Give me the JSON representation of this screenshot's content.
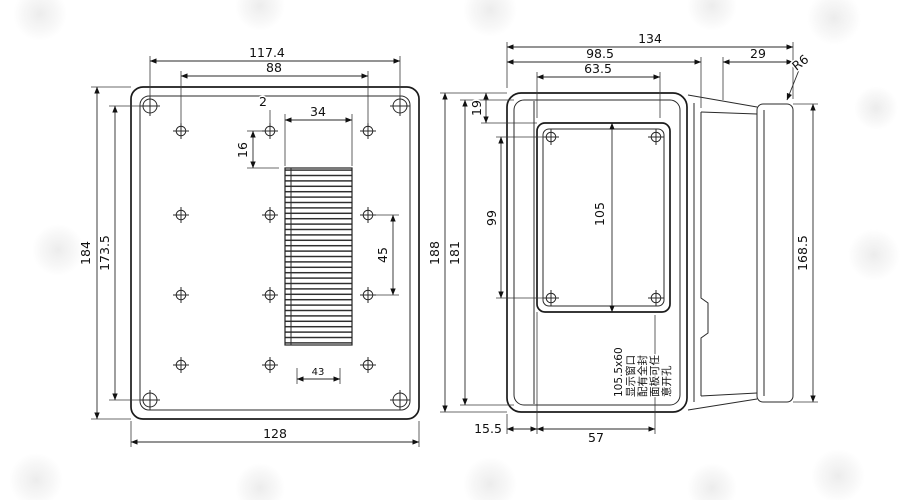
{
  "left_view": {
    "screw_span_width": "117.4",
    "hole_span_width": "88",
    "hole_offset": "2",
    "vent_width": "34",
    "vent_top_offset": "16",
    "overall_height": "184",
    "screw_span_height": "173.5",
    "hole_row_pitch": "45",
    "bottom_hole_span": "43",
    "overall_width": "128"
  },
  "right_view": {
    "overall_depth": "134",
    "front_depth": "98.5",
    "window_width_top": "63.5",
    "back_depth": "29",
    "corner_radius": "R6",
    "window_top_offset": "19",
    "window_inner_height": "99",
    "window_height": "105",
    "overall_height": "188",
    "inner_height": "181",
    "back_height": "168.5",
    "window_side_offset": "15.5",
    "window_width_bottom": "57",
    "note": [
      "105.5x60",
      "显示窗口",
      "配有全封",
      "面板可任",
      "意开孔"
    ]
  }
}
